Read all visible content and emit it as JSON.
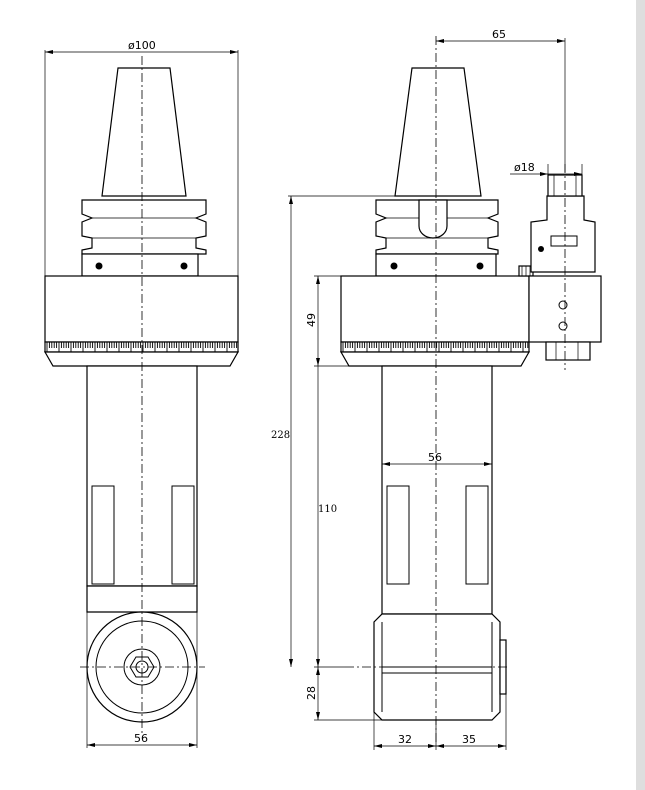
{
  "dimensions": {
    "front_diameter": "ø100",
    "front_bottom_width": "56",
    "side_offset": "65",
    "collet_diameter": "ø18",
    "height_49": "49",
    "height_228": "228",
    "height_110": "110",
    "body_width_56": "56",
    "height_28": "28",
    "bottom_32": "32",
    "bottom_35": "35"
  }
}
